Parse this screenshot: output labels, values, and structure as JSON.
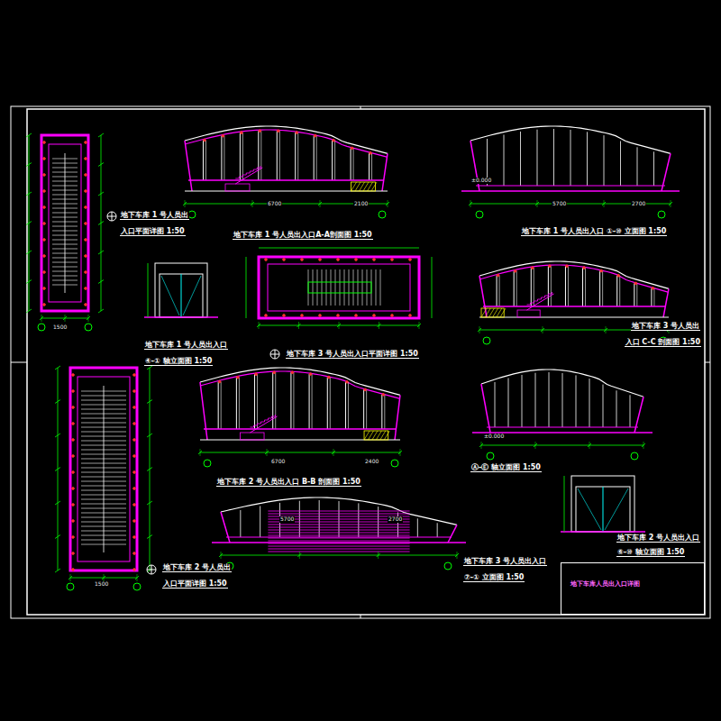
{
  "diagram": {
    "nodes": [
      {
        "text": [
          "地下车库人员出入口详图"
        ]
      }
    ],
    "labels": [
      "地下车库 1 号人员出",
      "入口平面详图  1:50",
      "地下车库 1 号人员出入口A-A剖面图  1:50",
      "地下车库 1 号人员出入口 ①-⑩ 立面图  1:50",
      "地下车库 1 号人员出入口",
      "④-① 轴立面图  1:50",
      "地下车库 3 号人员出入口平面详图  1:50",
      "地下车库 3 号人员出",
      "入口 C-C 剖面图 1:50",
      "地下车库 2 号人员出入口 B-B 剖面图  1:50",
      "Ⓐ-Ⓔ 轴立面图  1:50",
      "地下车库 2 号人员出",
      "入口平面详图  1:50",
      "地下车库 3 号人员出入口",
      "⑦-① 立面图  1:50",
      "地下车库 2 号人员出入口",
      "⑥-⑩ 轴立面图  1:50",
      "6700",
      "2100",
      "5700",
      "2700",
      "6700",
      "2400",
      "±0.000",
      "±0.000",
      "1500",
      "1500",
      "5700",
      "2700"
    ]
  }
}
